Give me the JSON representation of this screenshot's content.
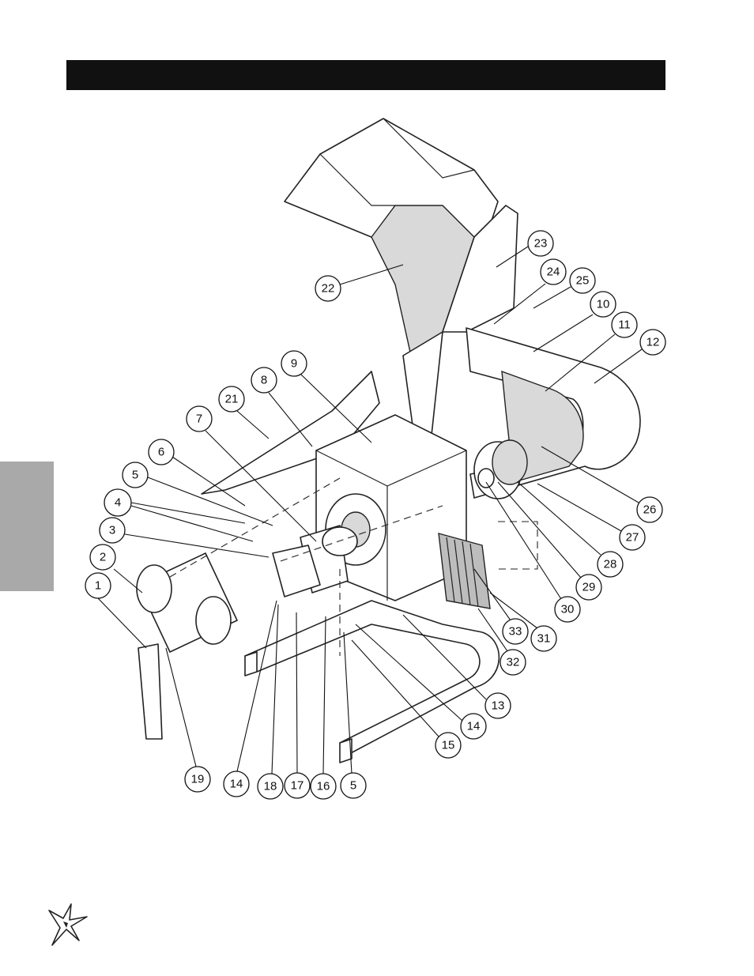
{
  "header": {
    "title_text": ""
  },
  "callouts": [
    {
      "num": "1"
    },
    {
      "num": "2"
    },
    {
      "num": "3"
    },
    {
      "num": "4"
    },
    {
      "num": "5"
    },
    {
      "num": "6"
    },
    {
      "num": "7"
    },
    {
      "num": "8"
    },
    {
      "num": "9"
    },
    {
      "num": "10"
    },
    {
      "num": "11"
    },
    {
      "num": "12"
    },
    {
      "num": "13"
    },
    {
      "num": "14"
    },
    {
      "num": "15"
    },
    {
      "num": "14"
    },
    {
      "num": "16"
    },
    {
      "num": "17"
    },
    {
      "num": "18"
    },
    {
      "num": "19"
    },
    {
      "num": "21"
    },
    {
      "num": "22"
    },
    {
      "num": "23"
    },
    {
      "num": "24"
    },
    {
      "num": "25"
    },
    {
      "num": "26"
    },
    {
      "num": "27"
    },
    {
      "num": "28"
    },
    {
      "num": "29"
    },
    {
      "num": "30"
    },
    {
      "num": "31"
    },
    {
      "num": "32"
    },
    {
      "num": "33"
    },
    {
      "num": "5"
    }
  ],
  "colors": {
    "title_bar": "#111111",
    "side_tab": "#a9a9a9",
    "line": "#222222"
  },
  "icons": {
    "footer_logo": "star-burst-logo-icon"
  }
}
